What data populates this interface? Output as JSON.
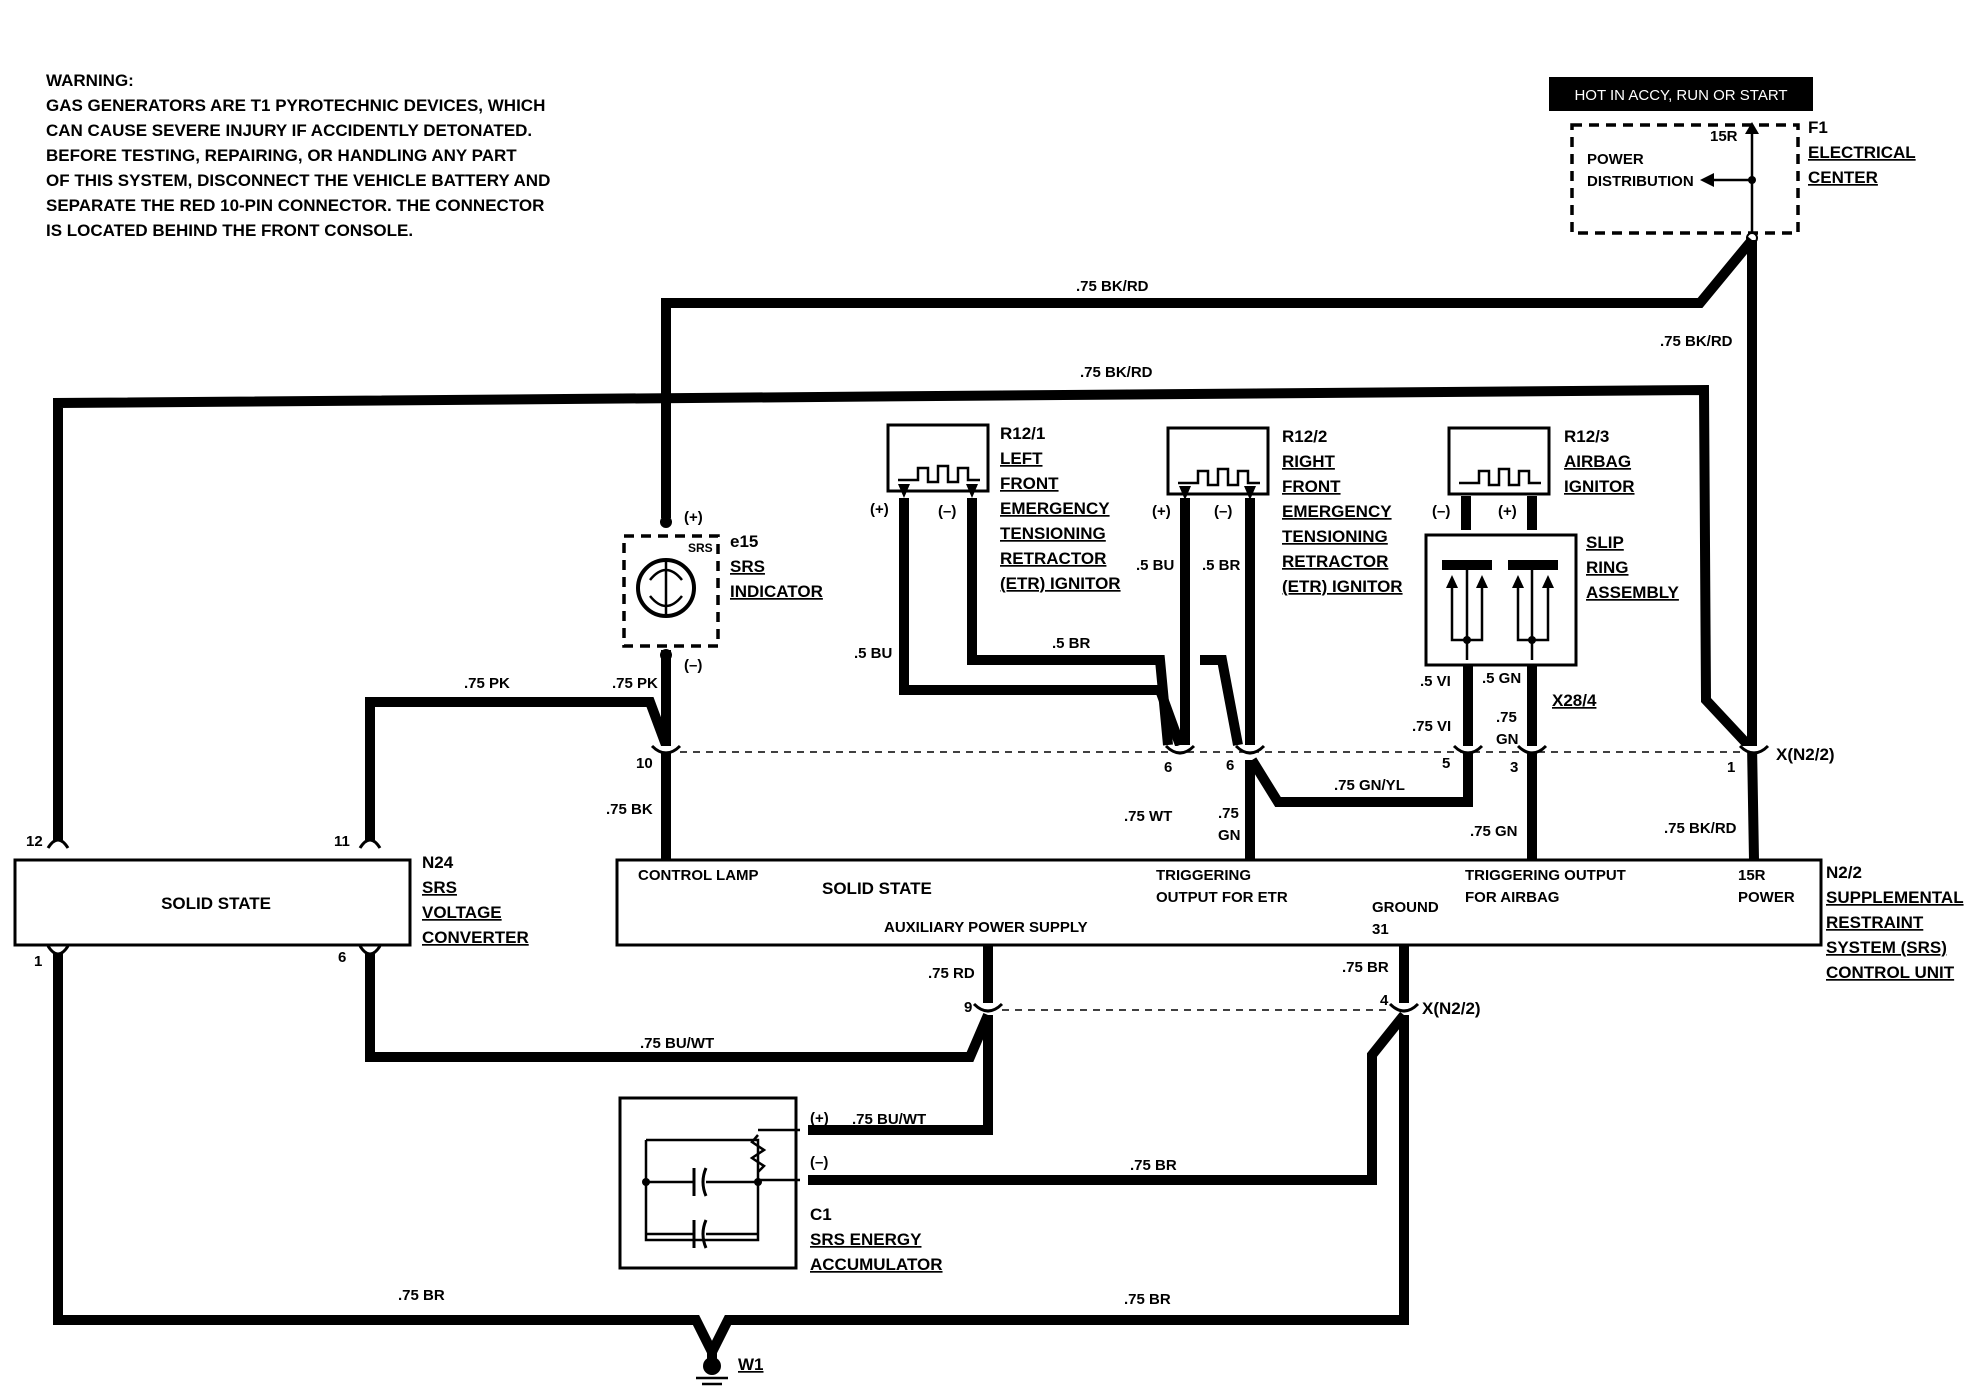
{
  "warning": {
    "title": "WARNING:",
    "lines": [
      "GAS GENERATORS ARE T1 PYROTECHNIC DEVICES, WHICH",
      "CAN CAUSE SEVERE INJURY IF ACCIDENTLY DETONATED.",
      "BEFORE TESTING, REPAIRING, OR HANDLING ANY PART",
      "OF THIS SYSTEM, DISCONNECT THE VEHICLE BATTERY AND",
      "SEPARATE THE RED 10-PIN CONNECTOR. THE CONNECTOR",
      "IS LOCATED BEHIND THE FRONT CONSOLE."
    ]
  },
  "hot_banner": "HOT IN ACCY, RUN OR START",
  "f1": {
    "id": "F1",
    "name_lines": [
      "ELECTRICAL",
      "CENTER"
    ],
    "power_lines": [
      "POWER",
      "DISTRIBUTION"
    ],
    "terminal": "15R"
  },
  "e15": {
    "id": "e15",
    "name_lines": [
      "SRS",
      "INDICATOR"
    ],
    "badge": "SRS",
    "plus": "(+)",
    "minus": "(–)"
  },
  "r12_1": {
    "id": "R12/1",
    "name_lines": [
      "LEFT",
      "FRONT",
      "EMERGENCY",
      "TENSIONING",
      "RETRACTOR",
      "(ETR) IGNITOR"
    ],
    "plus": "(+)",
    "minus": "(–)"
  },
  "r12_2": {
    "id": "R12/2",
    "name_lines": [
      "RIGHT",
      "FRONT",
      "EMERGENCY",
      "TENSIONING",
      "RETRACTOR",
      "(ETR) IGNITOR"
    ],
    "plus": "(+)",
    "minus": "(–)"
  },
  "r12_3": {
    "id": "R12/3",
    "name_lines": [
      "AIRBAG",
      "IGNITOR"
    ],
    "plus": "(+)",
    "minus": "(–)"
  },
  "slip_ring": {
    "name_lines": [
      "SLIP",
      "RING",
      "ASSEMBLY"
    ]
  },
  "x28": "X28/4",
  "n24": {
    "id": "N24",
    "name_lines": [
      "SRS",
      "VOLTAGE",
      "CONVERTER"
    ],
    "body": "SOLID STATE"
  },
  "n2_2": {
    "id": "N2/2",
    "name_lines": [
      "SUPPLEMENTAL",
      "RESTRAINT",
      "SYSTEM (SRS)",
      "CONTROL UNIT"
    ],
    "control_lamp": "CONTROL LAMP",
    "solid_state": "SOLID STATE",
    "aux_power": "AUXILIARY POWER SUPPLY",
    "trig_etr_lines": [
      "TRIGGERING",
      "OUTPUT FOR ETR"
    ],
    "ground_lines": [
      "GROUND",
      "31"
    ],
    "trig_airbag_lines": [
      "TRIGGERING OUTPUT",
      "FOR AIRBAG"
    ],
    "power_lines": [
      "15R",
      "POWER"
    ]
  },
  "c1": {
    "id": "C1",
    "name_lines": [
      "SRS ENERGY",
      "ACCUMULATOR"
    ],
    "plus": "(+)",
    "minus": "(–)"
  },
  "w1": "W1",
  "connector_label": "X(N2/2)",
  "pins": {
    "p12": "12",
    "p11": "11",
    "p1": "1",
    "p6": "6",
    "p10": "10",
    "p6a": "6",
    "p6b": "6",
    "p5": "5",
    "p3": "3",
    "p1b": "1",
    "p9": "9",
    "p4": "4"
  },
  "wires": {
    "bkrd_top": ".75 BK/RD",
    "bkrd_mid": ".75 BK/RD",
    "bkrd_right": ".75 BK/RD",
    "bkrd_low": ".75 BK/RD",
    "pk_left": ".75 PK",
    "pk_right": ".75 PK",
    "bk": ".75 BK",
    "bu_r121": ".5 BU",
    "br_r121": ".5 BR",
    "bu_r122": ".5 BU",
    "br_r122": ".5 BR",
    "wt": ".75 WT",
    "gn_lines": [
      ".75",
      "GN"
    ],
    "gnyl": ".75 GN/YL",
    "vi_top": ".5 VI",
    "gn_top": ".5 GN",
    "vi_mid": ".75 VI",
    "gn_mid_lines": [
      ".75",
      "GN"
    ],
    "gn_low": ".75 GN",
    "rd": ".75 RD",
    "br_ground": ".75 BR",
    "buwt_left": ".75 BU/WT",
    "buwt_c1": ".75 BU/WT",
    "br_c1": ".75 BR",
    "br_bottom_left": ".75 BR",
    "br_bottom_right": ".75 BR"
  }
}
